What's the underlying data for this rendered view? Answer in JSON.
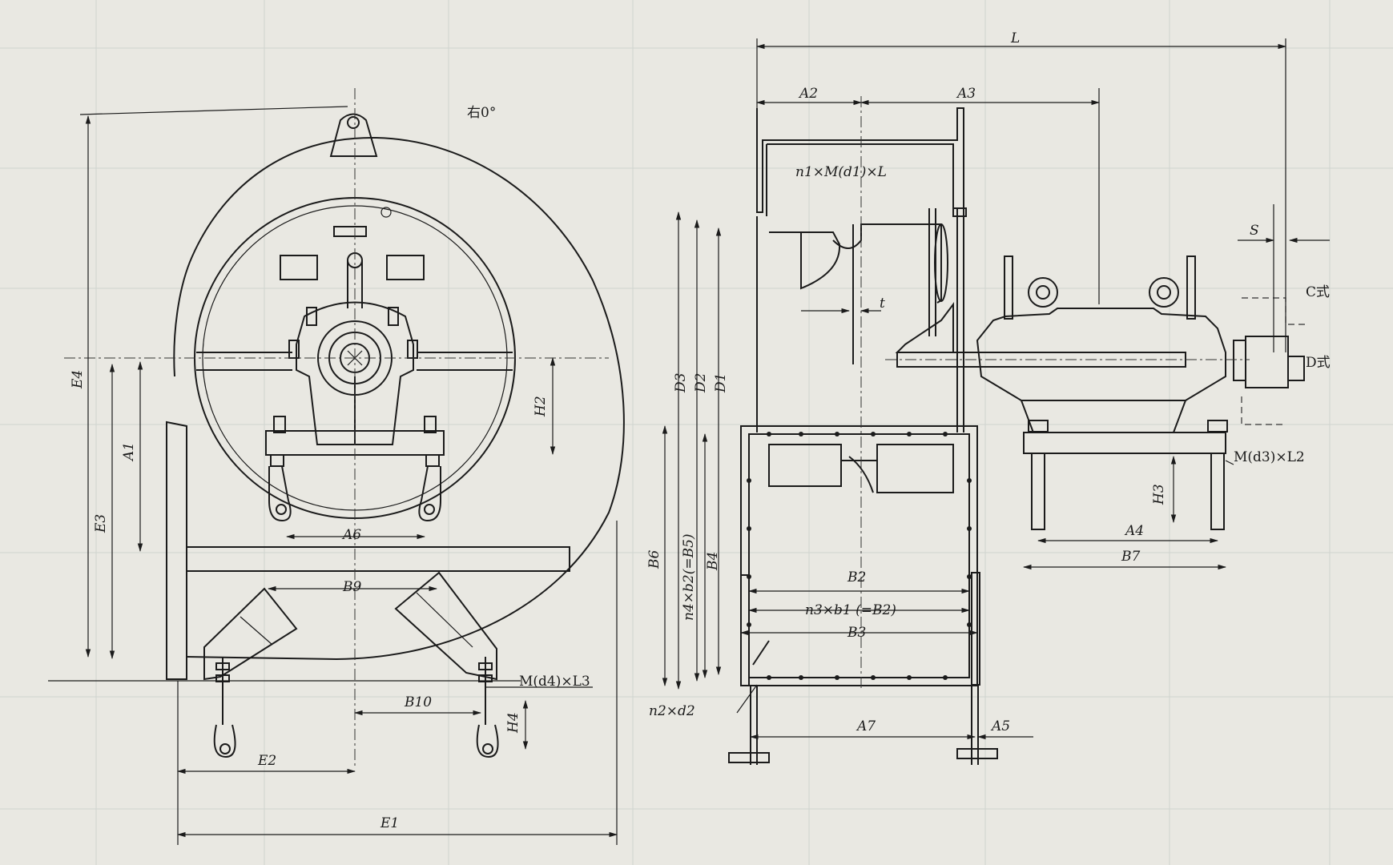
{
  "front_view": {
    "rotation_label": "右0°",
    "labels": {
      "E4": "E4",
      "E3": "E3",
      "A1": "A1",
      "H2": "H2",
      "A6": "A6",
      "B9": "B9",
      "B10": "B10",
      "H4": "H4",
      "E2": "E2",
      "E1": "E1",
      "bolt_d4": "M(d4)×L3"
    }
  },
  "side_view": {
    "labels": {
      "L": "L",
      "A2": "A2",
      "A3": "A3",
      "S": "S",
      "flange_bolts": "n1×M(d1)×L",
      "t": "t",
      "D3": "D3",
      "D2": "D2",
      "D1": "D1",
      "C_type": "C式",
      "D_type": "D式",
      "bolt_d3": "M(d3)×L2",
      "H3": "H3",
      "A4": "A4",
      "B7": "B7",
      "B6": "B6",
      "B4": "B4",
      "n4b2": "n4×b2(=B5)",
      "B2": "B2",
      "n3b1": "n3×b1 (=B2)",
      "B3": "B3",
      "n2d2": "n2×d2",
      "A7": "A7",
      "A5": "A5"
    }
  }
}
